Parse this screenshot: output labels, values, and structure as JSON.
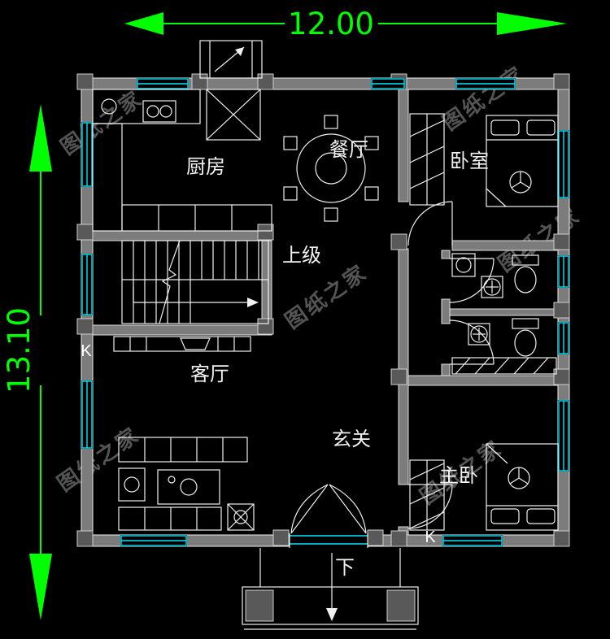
{
  "canvas": {
    "type": "cad-floor-plan"
  },
  "colors": {
    "background": "#000000",
    "dimension_green": "#00ff00",
    "wall_gray": "#7c7c7c",
    "line_white": "#f0f0f0",
    "window_cyan": "#00e5ff",
    "watermark_gray": "#9a9a9a"
  },
  "dimensions": {
    "width": "12.00",
    "height": "13.10"
  },
  "labels": {
    "kitchen": "厨房",
    "dining": "餐厅",
    "bedroom": "卧室",
    "stairs": "上级",
    "living": "客厅",
    "foyer": "玄关",
    "master_bedroom": "主卧",
    "entrance_down": "下",
    "section_k_left": "K",
    "section_k_bottom": "K"
  },
  "watermark": {
    "text": "图纸之家"
  }
}
